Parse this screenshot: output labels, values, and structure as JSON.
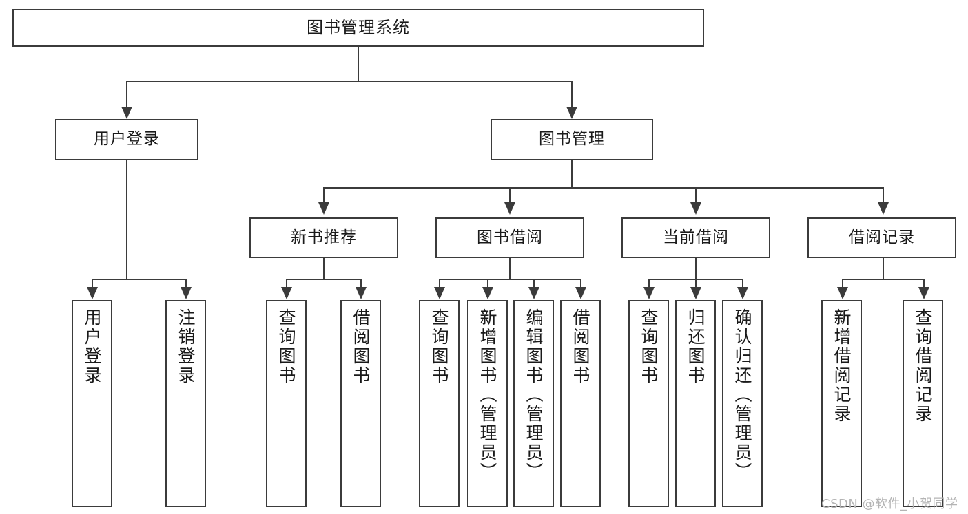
{
  "diagram": {
    "title": "图书管理系统",
    "type": "tree-hierarchy-chart",
    "root": {
      "label": "图书管理系统"
    },
    "level2": [
      {
        "label": "用户登录"
      },
      {
        "label": "图书管理"
      }
    ],
    "level3": [
      {
        "label": "新书推荐"
      },
      {
        "label": "图书借阅"
      },
      {
        "label": "当前借阅"
      },
      {
        "label": "借阅记录"
      }
    ],
    "leaves": {
      "user_login": [
        {
          "label": "用户登录"
        },
        {
          "label": "注销登录"
        }
      ],
      "new_book_recommend": [
        {
          "label": "查询图书"
        },
        {
          "label": "借阅图书"
        }
      ],
      "book_borrow": [
        {
          "label": "查询图书"
        },
        {
          "label": "新增图书（管理员）"
        },
        {
          "label": "编辑图书（管理员）"
        },
        {
          "label": "借阅图书"
        }
      ],
      "current_borrow": [
        {
          "label": "查询图书"
        },
        {
          "label": "归还图书"
        },
        {
          "label": "确认归还（管理员）"
        }
      ],
      "borrow_record": [
        {
          "label": "新增借阅记录"
        },
        {
          "label": "查询借阅记录"
        }
      ]
    }
  },
  "watermark": {
    "text": "CSDN @软件_小贺同学"
  },
  "colors": {
    "stroke": "#3b3b3b",
    "fill": "#ffffff",
    "text": "#1a1a1a",
    "watermark": "#b4b4b4"
  }
}
